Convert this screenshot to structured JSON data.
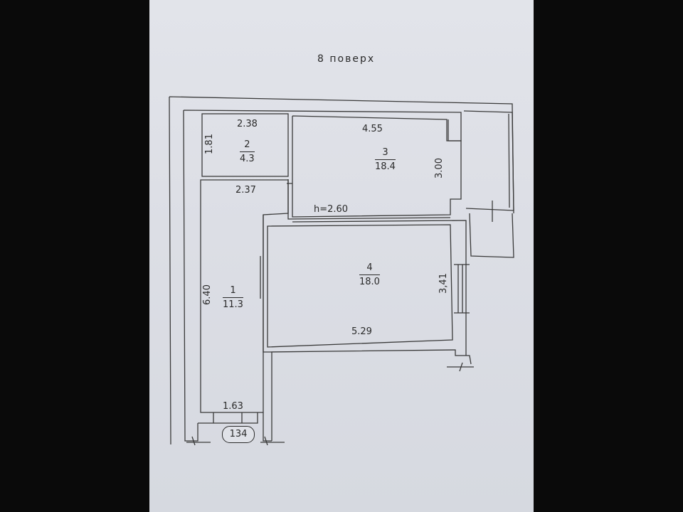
{
  "plan": {
    "floor_label": "8 поверх",
    "ceiling_height": "h=2.60",
    "apartment_number": "134",
    "rooms": [
      {
        "number": "1",
        "area": "11.3"
      },
      {
        "number": "2",
        "area": "4.3"
      },
      {
        "number": "3",
        "area": "18.4"
      },
      {
        "number": "4",
        "area": "18.0"
      }
    ],
    "dimensions": {
      "room2_width": "2.38",
      "room2_height": "1.81",
      "room3_width": "4.55",
      "room3_height": "3.00",
      "room1_top_width": "2.37",
      "room1_height": "6.40",
      "room1_bottom_width": "1.63",
      "room4_width": "5.29",
      "room4_height": "3,41"
    }
  }
}
